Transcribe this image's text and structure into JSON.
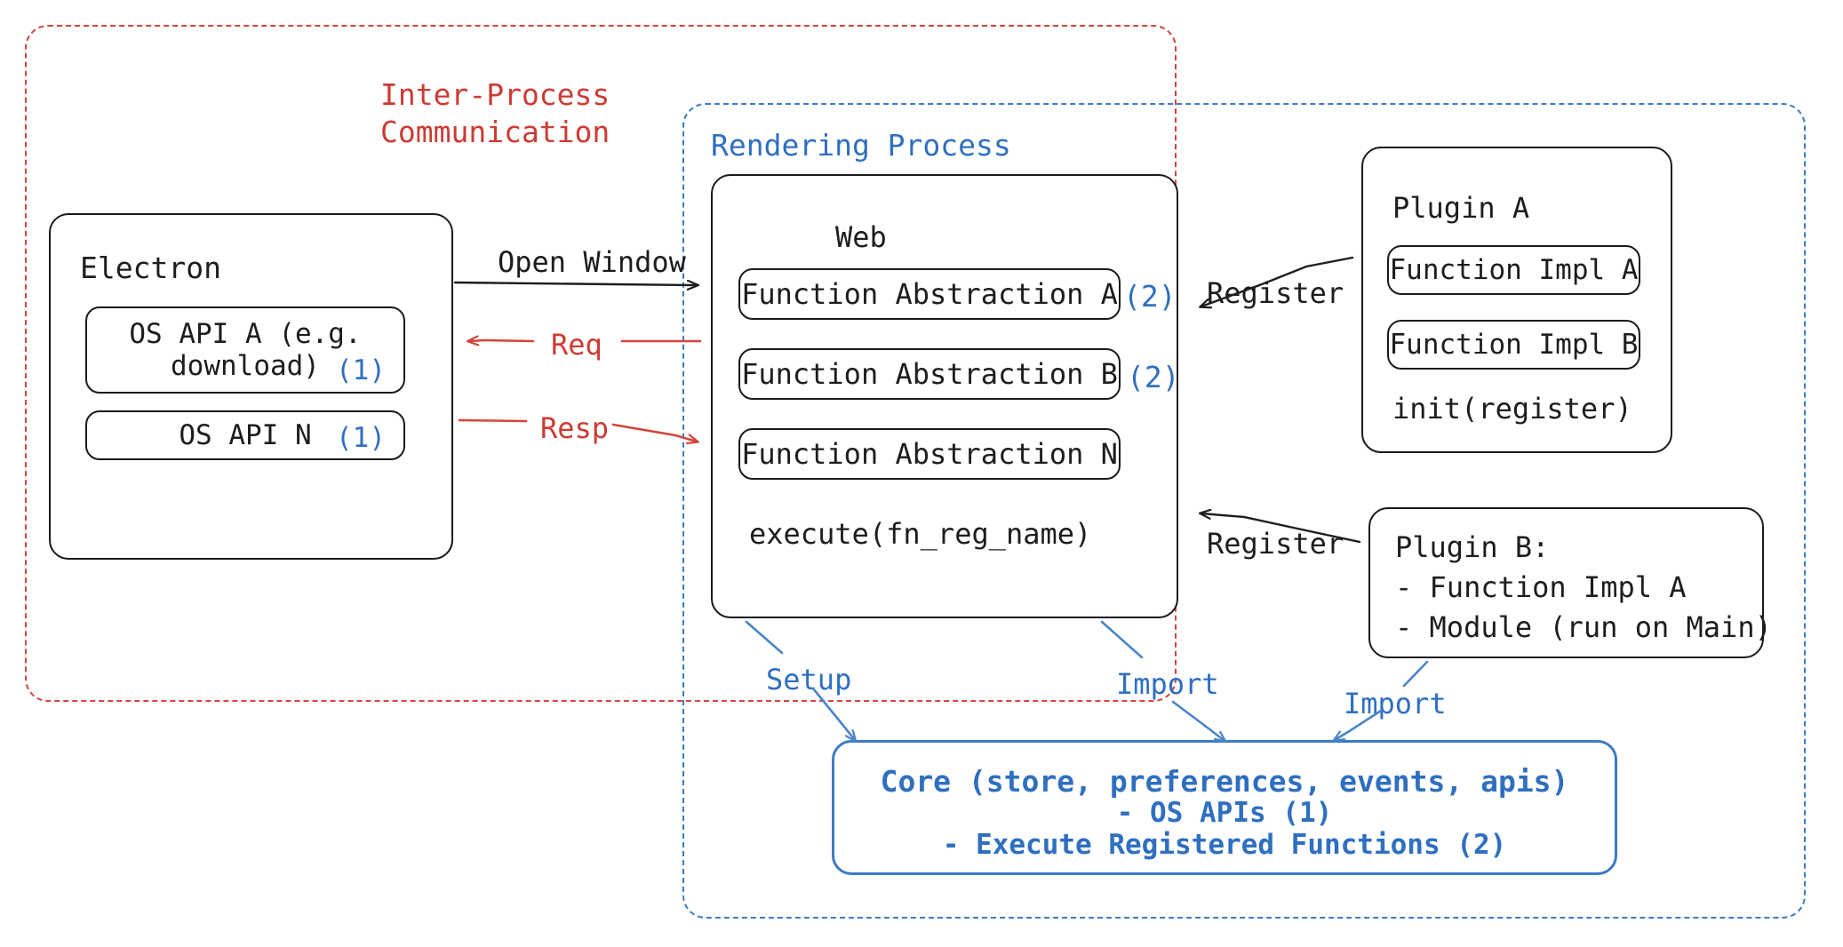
{
  "diagram": {
    "title_hidden": "",
    "colors": {
      "ipc_red": "#cc3b33",
      "render_blue": "#2f6fc0",
      "node_black": "#1d1d1d",
      "core_blue": "#2f6fc0"
    }
  },
  "containers": {
    "ipc": {
      "label": "Inter-Process\nCommunication"
    },
    "rendering": {
      "label": "Rendering Process"
    }
  },
  "electron": {
    "title": "Electron",
    "apis": [
      {
        "label": "OS API A (e.g.\ndownload)",
        "marker": "(1)"
      },
      {
        "label": "OS API N",
        "marker": "(1)"
      }
    ]
  },
  "web": {
    "title": "Web",
    "abstractions": [
      {
        "label": "Function Abstraction A",
        "marker": "(2)"
      },
      {
        "label": "Function Abstraction B",
        "marker": "(2)"
      },
      {
        "label": "Function Abstraction N",
        "marker": ""
      }
    ],
    "footer": "execute(fn_reg_name)"
  },
  "plugin_a": {
    "title": "Plugin A",
    "items": [
      {
        "label": "Function Impl A"
      },
      {
        "label": "Function Impl B"
      }
    ],
    "footer": "init(register)"
  },
  "plugin_b": {
    "lines": [
      "Plugin B:",
      "- Function Impl A",
      "- Module (run on Main)"
    ]
  },
  "core": {
    "lines": [
      "Core (store, preferences, events, apis)",
      "- OS APIs (1)",
      "- Execute Registered Functions (2)"
    ]
  },
  "edges": [
    {
      "id": "open-window",
      "label": "Open Window",
      "color": "#1d1d1d"
    },
    {
      "id": "req",
      "label": "Req",
      "color": "#cc3b33"
    },
    {
      "id": "resp",
      "label": "Resp",
      "color": "#cc3b33"
    },
    {
      "id": "register-a",
      "label": "Register",
      "color": "#1d1d1d"
    },
    {
      "id": "register-b",
      "label": "Register",
      "color": "#1d1d1d"
    },
    {
      "id": "setup",
      "label": "Setup",
      "color": "#2f6fc0"
    },
    {
      "id": "import-web",
      "label": "Import",
      "color": "#2f6fc0"
    },
    {
      "id": "import-plugin",
      "label": "Import",
      "color": "#2f6fc0"
    }
  ]
}
